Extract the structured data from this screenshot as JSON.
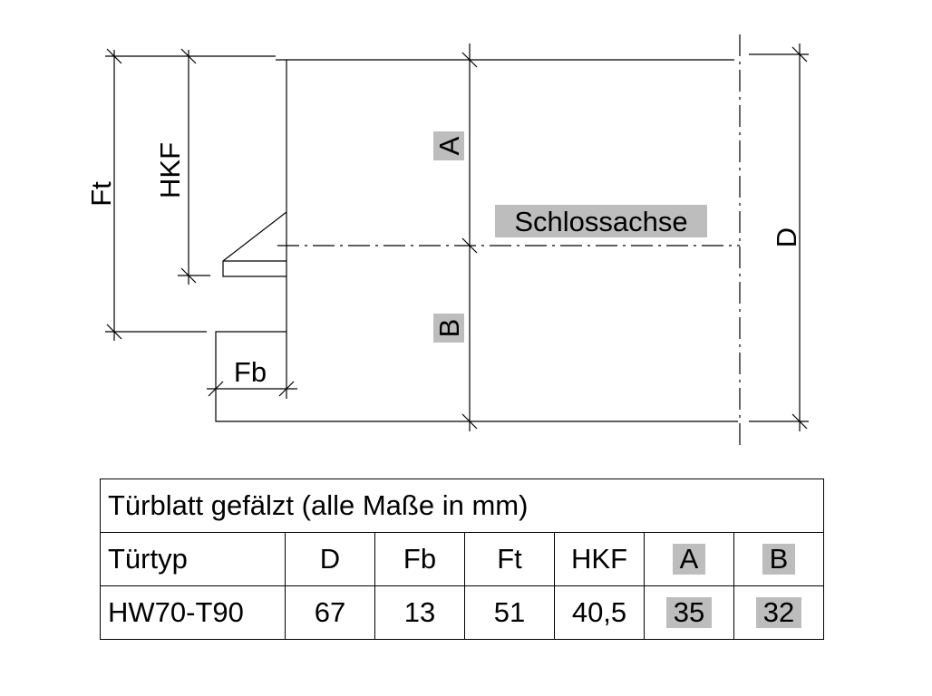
{
  "diagram": {
    "labels": {
      "ft": "Ft",
      "hkf": "HKF",
      "a": "A",
      "b": "B",
      "lock_axis": "Schlossachse",
      "d": "D",
      "fb": "Fb"
    },
    "highlight_color": "#bdbdbd"
  },
  "table": {
    "title": "Türblatt gefälzt (alle Maße in mm)",
    "headers": [
      "Türtyp",
      "D",
      "Fb",
      "Ft",
      "HKF",
      "A",
      "B"
    ],
    "rows": [
      [
        "HW70-T90",
        "67",
        "13",
        "51",
        "40,5",
        "35",
        "32"
      ]
    ]
  }
}
